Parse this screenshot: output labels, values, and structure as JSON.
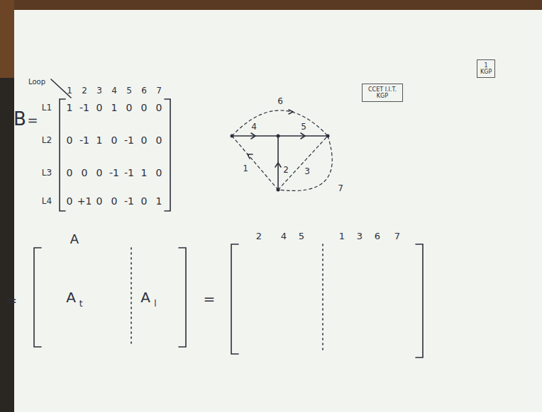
{
  "diagram": {
    "nodes": [
      {
        "text": [
          "1 KGP"
        ]
      },
      {
        "text": [
          "CCET I.I.T. KGP"
        ]
      }
    ],
    "labels": [
      "B",
      "=",
      "Loop",
      "1",
      "2",
      "3",
      "4",
      "5",
      "6",
      "7",
      "L1",
      "1",
      "-1",
      "0",
      "1",
      "0",
      "0",
      "0",
      "L2",
      "0",
      "-1",
      "1",
      "0",
      "-1",
      "0",
      "0",
      "L3",
      "0",
      "0",
      "0",
      "-1",
      "-1",
      "1",
      "0",
      "L4",
      "0",
      "+1",
      "0",
      "0",
      "-1",
      "0",
      "1",
      "4",
      "5",
      "6",
      "2",
      "1",
      "3",
      "7",
      "A",
      "=",
      "A",
      "t",
      "A",
      "l",
      "=",
      "2",
      "4",
      "5",
      "1",
      "3",
      "6",
      "7"
    ]
  }
}
